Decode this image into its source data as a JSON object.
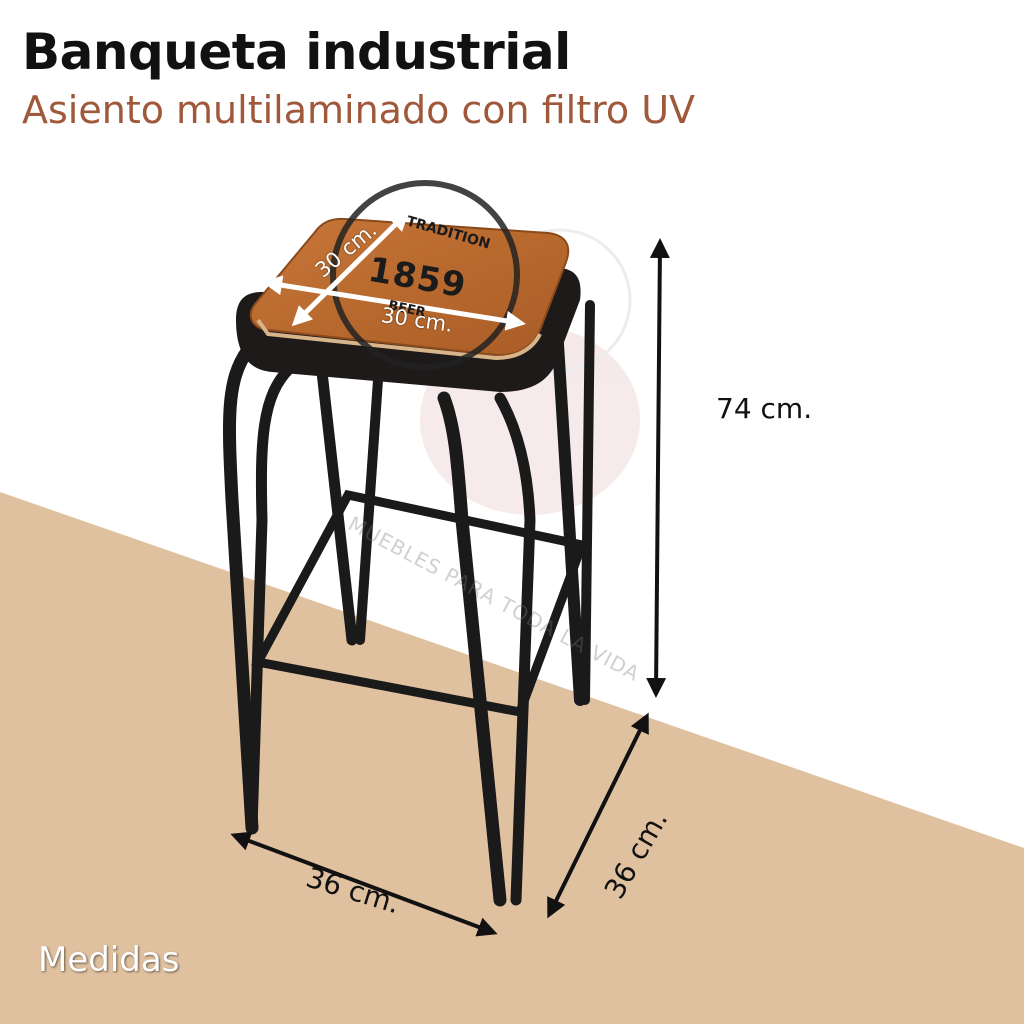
{
  "header": {
    "title": "Banqueta industrial",
    "subtitle": "Asiento multilaminado con filtro UV"
  },
  "dimensions": {
    "height": "74 cm.",
    "front_width": "36 cm.",
    "side_depth": "36 cm.",
    "seat_width": "30 cm.",
    "seat_depth": "30 cm."
  },
  "seat_badge": {
    "year": "1859",
    "top_text": "TRADITION",
    "bottom_text": "BEER"
  },
  "watermark": {
    "text": "MUEBLES PARA TODA LA VIDA"
  },
  "caption": "Medidas",
  "colors": {
    "title": "#111111",
    "subtitle": "#a0583a",
    "floor": "#e0c19f",
    "wood": "#b8692e",
    "frame": "#1a1a1a"
  }
}
